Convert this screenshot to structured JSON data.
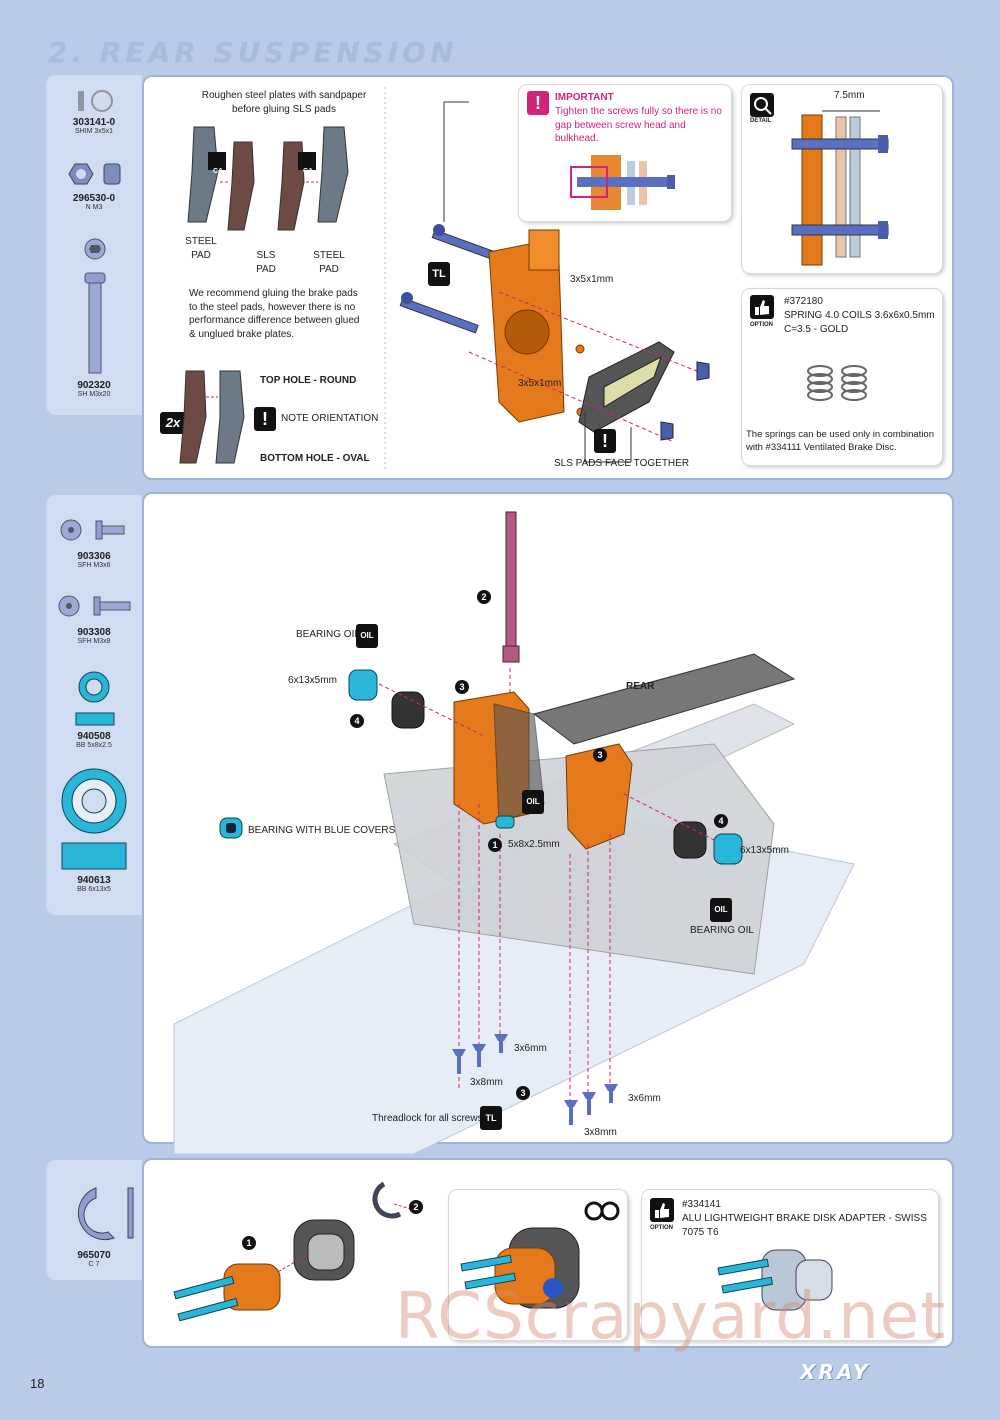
{
  "header": {
    "title": "2. REAR SUSPENSION"
  },
  "parts_top": [
    {
      "code": "303141-0",
      "desc": "SHIM 3x5x1"
    },
    {
      "code": "296530-0",
      "desc": "N M3"
    },
    {
      "code": "902320",
      "desc": "SH M3x20"
    }
  ],
  "parts_mid": [
    {
      "code": "903306",
      "desc": "SFH M3x6"
    },
    {
      "code": "903308",
      "desc": "SFH M3x8"
    },
    {
      "code": "940508",
      "desc": "BB 5x8x2.5"
    },
    {
      "code": "940613",
      "desc": "BB 6x13x5"
    }
  ],
  "parts_bottom": [
    {
      "code": "965070",
      "desc": "C 7"
    }
  ],
  "panel1": {
    "roughen": "Roughen steel plates with sandpaper\nbefore gluing SLS pads",
    "steel_pad": "STEEL\nPAD",
    "sls_pad": "SLS\nPAD",
    "steel_pad2": "STEEL\nPAD",
    "ca": "CA",
    "recommend": "We recommend gluing the brake pads\nto the steel pads, however there is no\nperformance difference between glued\n& unglued brake plates.",
    "multiplier": "2x",
    "top_hole": "TOP  HOLE - ROUND",
    "note": "NOTE ORIENTATION",
    "bottom_hole": "BOTTOM  HOLE - OVAL",
    "tl": "TL",
    "shim1": "3x5x1mm",
    "shim2": "3x5x1mm",
    "sls_face": "SLS PADS FACE TOGETHER",
    "important_title": "IMPORTANT",
    "important_text": "Tighten the screws fully so there is no\ngap between screw head and bulkhead.",
    "detail_dim": "7.5mm",
    "detail_tag": "DETAIL",
    "option_part": "#372180",
    "option_desc": "SPRING 4.0 COILS 3.6x6x0.5mm\nC=3.5 - GOLD",
    "option_tag": "OPTION",
    "option_note": "The springs can be used only in combination\nwith #334111 Ventilated Brake Disc."
  },
  "panel2": {
    "bearing_oil_1": "BEARING OIL",
    "oil": "OIL",
    "bb_left": "6x13x5mm",
    "rear": "REAR",
    "bearing_blue": "BEARING WITH BLUE COVERS",
    "bb_small": "5x8x2.5mm",
    "bb_right": "6x13x5mm",
    "bearing_oil_2": "BEARING OIL",
    "screw_a": "3x6mm",
    "screw_b": "3x8mm",
    "screw_c": "3x6mm",
    "screw_d": "3x8mm",
    "threadlock": "Threadlock for all screws",
    "step1": "1",
    "step2": "2",
    "step3": "3",
    "step4": "4"
  },
  "panel3": {
    "option_part": "#334141",
    "option_desc": "ALU LIGHTWEIGHT BRAKE DISK ADAPTER - SWISS 7075 T6",
    "option_tag": "OPTION"
  },
  "footer": {
    "page": "18",
    "brand": "XRAY",
    "watermark": "RCScrapyard.net"
  }
}
